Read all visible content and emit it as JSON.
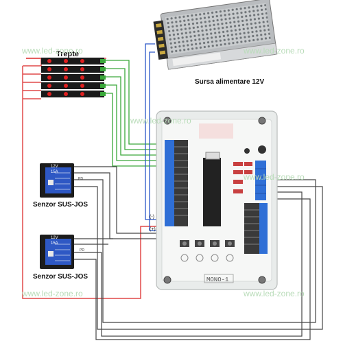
{
  "labels": {
    "steps": "Trepte",
    "psu": "Sursa alimentare 12V",
    "sensor_top": "Senzor SUS-JOS",
    "sensor_bottom": "Senzor SUS-JOS",
    "watermark": "www.led-zone.ro",
    "board_label": "MONO-1",
    "sensor_12v": "12V",
    "sensor_15a": "15A",
    "sensor_pd": "PD",
    "minus_mark": "(-)",
    "plus_mark": "(+)"
  },
  "steps_count": 5,
  "leds_per_step": 3,
  "colors": {
    "wire_red": "#e04848",
    "wire_green": "#3aa83a",
    "wire_blue": "#2a56c8",
    "wire_black": "#222222",
    "wire_gray": "#555555",
    "led_strip": "#1a1a1a",
    "led": "#e02020",
    "board_case": "#e9eceb",
    "terminal_blue": "#2f6fd6",
    "watermark": "#b9dcb9"
  }
}
